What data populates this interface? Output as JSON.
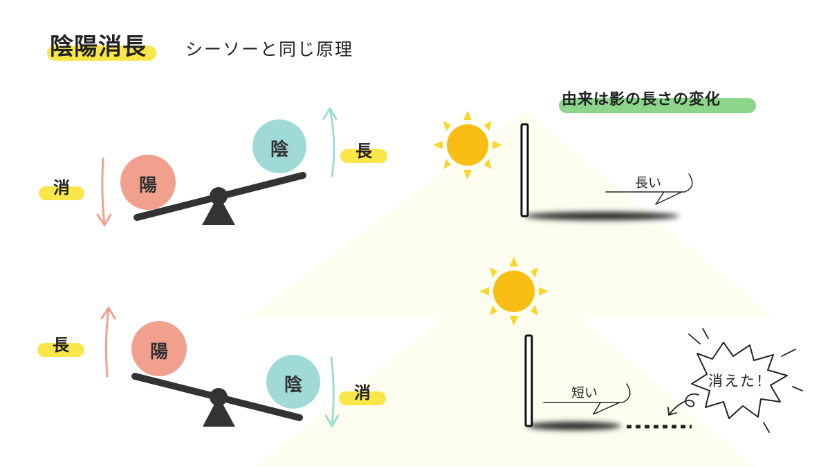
{
  "header": {
    "title": "陰陽消長",
    "subtitle": "シーソーと同じ原理"
  },
  "origin_label": "由来は影の長さの変化",
  "seesaw_top": {
    "left_ball": "陽",
    "right_ball": "陰",
    "left_tag": "消",
    "right_tag": "長"
  },
  "seesaw_bottom": {
    "left_ball": "陽",
    "right_ball": "陰",
    "left_tag": "長",
    "right_tag": "消"
  },
  "shadow_top": {
    "caption": "長い"
  },
  "shadow_bottom": {
    "caption": "短い",
    "exclaim": "消えた！"
  },
  "colors": {
    "yang": "#F0A08C",
    "yin": "#9FDAD7",
    "highlight": "#FBE64A",
    "green_highlight": "#8DD58A",
    "bar": "#333333",
    "sun": "#F8BE14",
    "sun_rays": "#F8D62A"
  }
}
